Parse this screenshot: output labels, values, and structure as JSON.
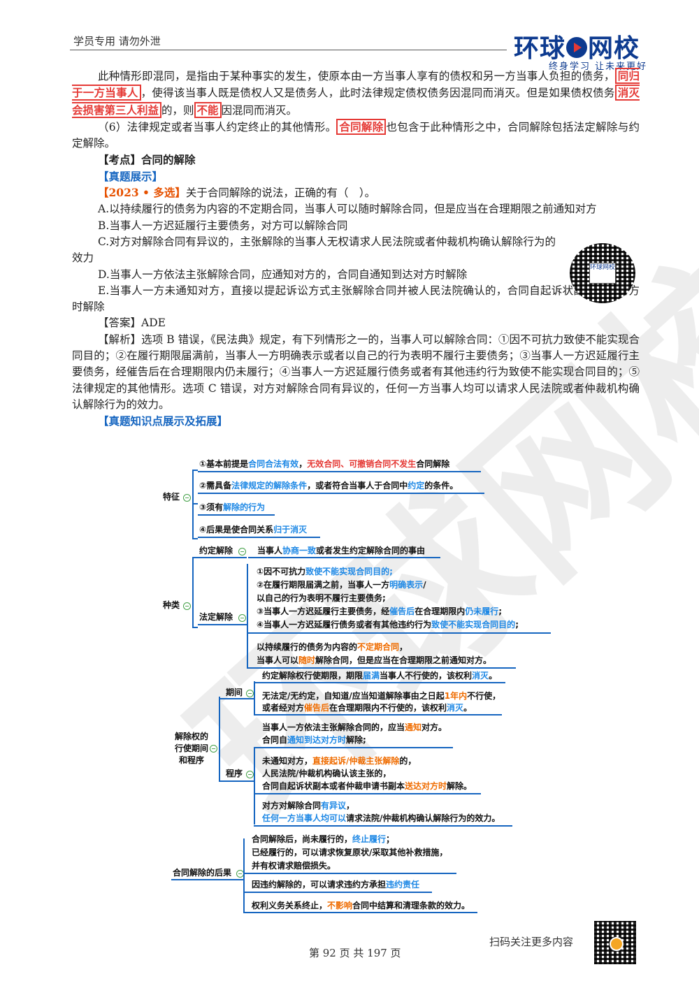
{
  "header": {
    "left": "学员专用 请勿外泄",
    "logo": "环球网校",
    "slogan": "终身学习 让未来更好"
  },
  "watermark": "环球网校",
  "p1": {
    "t1": "此种情形即混同，是指由于某种事实的发生，使原本由一方当事人享有的债权和另一方当事人负担的债务，",
    "box1": "同归于一方当事人",
    "t2": "，使得该当事人既是债权人又是债务人，此时法律规定债权债务因混同而消灭。但是如果债权债务",
    "box2": "消灭会损害第三人利益",
    "t3": "的，则",
    "box3": "不能",
    "t4": "因混同而消灭。"
  },
  "p2": {
    "t1": "（6）法律规定或者当事人约定终止的其他情形。",
    "box1": "合同解除",
    "t2": "也包含于此种情形之中，合同解除包括法定解除与约定解除。"
  },
  "kaodian": "【考点】合同的解除",
  "zhenti": "【真题展示】",
  "q": {
    "tag": "【2023 • 多选】",
    "stem": "关于合同解除的说法，正确的有（　）。",
    "A": "A.以持续履行的债务为内容的不定期合同，当事人可以随时解除合同，但是应当在合理期限之前通知对方",
    "B": "B.当事人一方迟延履行主要债务，对方可以解除合同",
    "C": "C.对方对解除合同有异议的，主张解除的当事人无权请求人民法院或者仲裁机构确认解除行为的效力",
    "D": "D.当事人一方依法主张解除合同，应通知对方的，合同自通知到达对方时解除",
    "E": "E.当事人一方未通知对方，直接以提起诉讼方式主张解除合同并被人民法院确认的，合同自起诉状副本送达对方时解除"
  },
  "answer": "【答案】ADE",
  "analysis": "【解析】选项 B 错误，《民法典》规定，有下列情形之一的，当事人可以解除合同：①因不可抗力致使不能实现合同目的；②在履行期限届满前，当事人一方明确表示或者以自己的行为表明不履行主要债务；③当事人一方迟延履行主要债务，经催告后在合理期限内仍未履行；④当事人一方迟延履行债务或者有其他违约行为致使不能实现合同目的；⑤法律规定的其他情形。选项 C 错误，对方对解除合同有异议的，任何一方当事人均可以请求人民法院或者仲裁机构确认解除行为的效力。",
  "kp": "【真题知识点展示及拓展】",
  "qr_label": "环球网校",
  "mm": {
    "tezheng": "特征",
    "zhonglei": "种类",
    "yueding": "约定解除",
    "fading": "法定解除",
    "xingshi": "解除权的行使期间和程序",
    "qijian": "期间",
    "chengxu": "程序",
    "houguo": "合同解除的后果",
    "f1a": "①基本前提是",
    "f1b": "合同合法有效",
    "f1c": "，",
    "f1d": "无效合同、可撤销合同不发生",
    "f1e": "合同解除",
    "f2a": "②需具备",
    "f2b": "法律规定的解除条件",
    "f2c": "，或者符合当事人于合同中",
    "f2d": "约定",
    "f2e": "的条件。",
    "f3a": "③须有",
    "f3b": "解除的行为",
    "f4a": "④后果是使合同关系",
    "f4b": "归于消灭",
    "yd1": "当事人",
    "yd2": "协商一致",
    "yd3": "或者发生约定解除合同的事由",
    "fd1a": "①因不可抗力",
    "fd1b": "致使不能实现合同目的;",
    "fd2a": "②在履行期限届满之前，当事人一方",
    "fd2b": "明确表示",
    "fd2c": "/",
    "fd3": "以自己的行为表明不履行主要债务;",
    "fd4a": "③当事人一方迟延履行主要债务，经",
    "fd4b": "催告后",
    "fd4c": "在合理期限内",
    "fd4d": "仍未履行",
    "fd4e": ";",
    "fd5a": "④当事人一方迟延履行债务或者有其他违约行为",
    "fd5b": "致使不能实现合同目的",
    "fd5c": ";",
    "bd1a": "以持续履行的债务为内容的",
    "bd1b": "不定期合同",
    "bd1c": "，",
    "bd2a": "当事人可以",
    "bd2b": "随时",
    "bd2c": "解除合同，但是应当在合理期限之前通知对方。",
    "qj1a": "约定解除权行使期限，期限",
    "qj1b": "届满",
    "qj1c": "当事人不行使的，该权利",
    "qj1d": "消灭",
    "qj1e": "。",
    "qj2a": "无法定/无约定，自知道/应当知道解除事由之日起",
    "qj2b": "1年内",
    "qj2c": "不行使，",
    "qj3a": "或者经对方",
    "qj3b": "催告后",
    "qj3c": "在合理期限内不行使的，该权利",
    "qj3d": "消灭",
    "qj3e": "。",
    "cx1a": "当事人一方依法主张解除合同的，应当",
    "cx1b": "通知",
    "cx1c": "对方。",
    "cx2a": "合同自",
    "cx2b": "通知到达对方时",
    "cx2c": "解除;",
    "cx3a": "未通知对方，",
    "cx3b": "直接起诉/仲裁主张解除",
    "cx3c": "的，",
    "cx4": "人民法院/仲裁机构确认该主张的，",
    "cx5a": "合同自起诉状副本或者仲裁申请书副本",
    "cx5b": "送达对方时",
    "cx5c": "解除。",
    "cx6a": "对方对解除合同",
    "cx6b": "有异议",
    "cx6c": "，",
    "cx7a": "任何一方当事人均可以",
    "cx7b": "请求法院/仲裁机构确认解除行为的效力。",
    "hg1a": "合同解除后，尚未履行的，",
    "hg1b": "终止履行",
    "hg1c": "；",
    "hg2": "已经履行的，可以请求恢复原状/采取其他补救措施，",
    "hg3": "并有权请求赔偿损失。",
    "hg4a": "因违约解除的，可以请求违约方承担",
    "hg4b": "违约责任",
    "hg5a": "权利义务关系终止，",
    "hg5b": "不影响",
    "hg5c": "合同中结算和清理条款的效力。"
  },
  "footer": {
    "scan": "扫码关注更多内容",
    "page": "第 92 页 共 197 页"
  }
}
